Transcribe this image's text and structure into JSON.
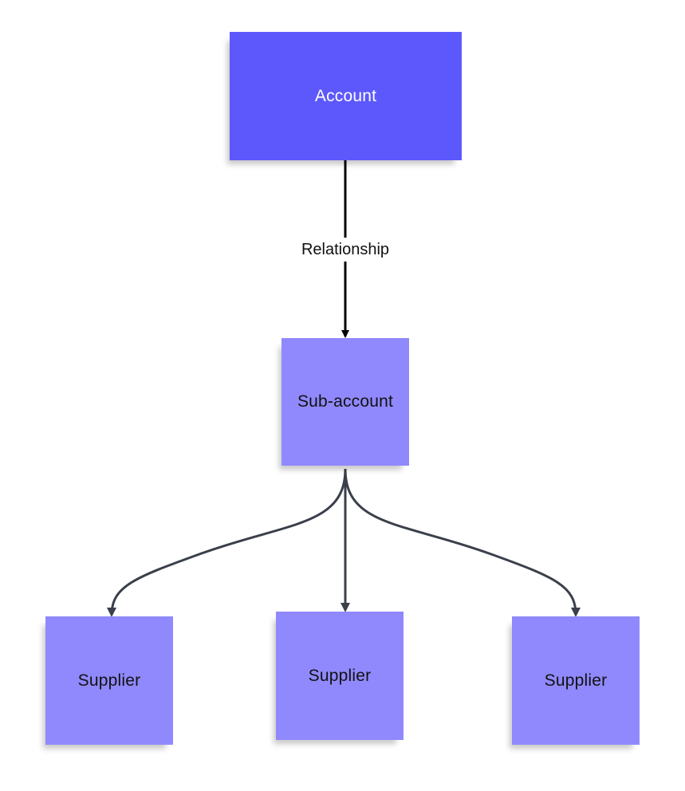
{
  "colors": {
    "account_fill": "#5C58FC",
    "note_fill": "#9089FD",
    "relationship_line": "#000000",
    "connector_line": "#3A3F4B"
  },
  "nodes": {
    "account": "Account",
    "subaccount": "Sub-account",
    "suppliers": [
      "Supplier",
      "Supplier",
      "Supplier"
    ]
  },
  "edges": {
    "relationship_label": "Relationship"
  }
}
